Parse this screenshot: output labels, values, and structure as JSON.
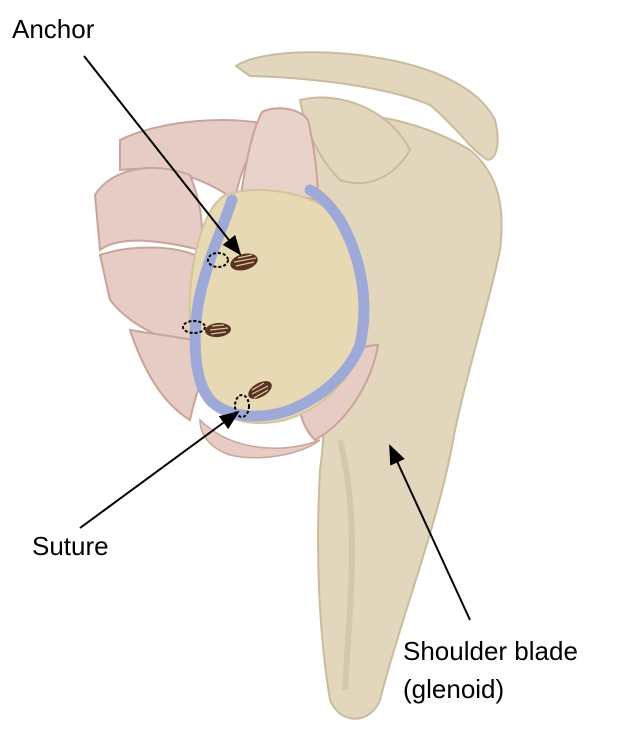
{
  "labels": {
    "anchor": "Anchor",
    "suture": "Suture",
    "shoulder_blade_line1": "Shoulder blade",
    "shoulder_blade_line2": "(glenoid)"
  },
  "colors": {
    "bone": "#e2d6bd",
    "bone_shadow": "#c9bb9e",
    "muscle": "#e6ccc4",
    "muscle_shadow": "#c9a49a",
    "labrum": "#9ea9d8",
    "glenoid_face": "#e7d9b4",
    "anchor": "#5a3320",
    "arrow": "#000000"
  }
}
